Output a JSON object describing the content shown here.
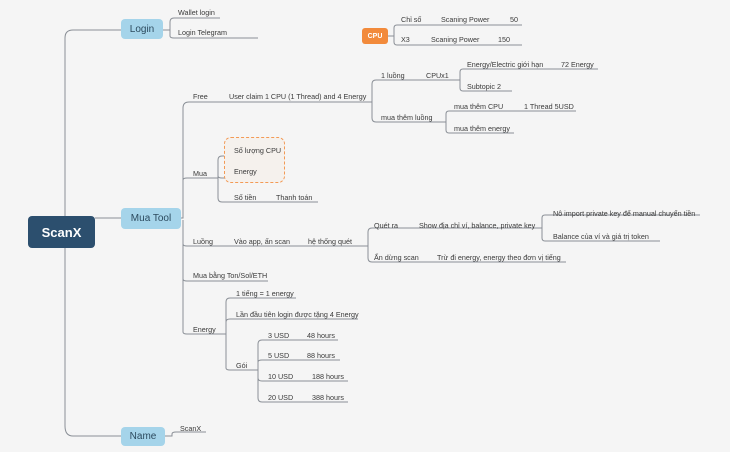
{
  "root": "ScanX",
  "login": {
    "label": "Login",
    "items": [
      "Wallet login",
      "Login Telegram"
    ]
  },
  "cpu_table": {
    "badge": "CPU",
    "row1": [
      "Chỉ số",
      "Scaning Power",
      "50"
    ],
    "row2": [
      "X3",
      "Scaning Power",
      "150"
    ]
  },
  "mua_tool": {
    "label": "Mua Tool",
    "free": {
      "label": "Free",
      "claim": "User claim 1 CPU (1 Thread) and 4 Energy",
      "mot_luong": "1 luồng",
      "cpux1": "CPUx1",
      "energy_limit": "Energy/Electric giới hạn",
      "energy_value": "72 Energy",
      "subtopic": "Subtopic 2",
      "mua_them_luong": "mua thêm luồng",
      "mua_them_cpu": "mua thêm CPU",
      "thread_price": "1 Thread 5USD",
      "mua_them_energy": "mua thêm energy"
    },
    "mua": {
      "label": "Mua",
      "so_luong_cpu": "Số lượng CPU",
      "energy": "Energy",
      "so_tien": "Số tiền",
      "thanh_toan": "Thanh toán"
    },
    "luong": {
      "label": "Luồng",
      "vao_app": "Vào app, ấn scan",
      "he_thong": "hệ thống quét",
      "quet_ra": "Quét ra",
      "show": "Show địa chỉ ví, balance, private key",
      "no_import": "Nô import private key để manual chuyển tiền",
      "balance": "Balance của ví và giá trị token",
      "an_dung": "Ấn dừng scan",
      "tru": "Trừ đi energy, energy theo đơn vị tiếng"
    },
    "mua_bang": "Mua bằng Ton/Sol/ETH",
    "energy": {
      "label": "Energy",
      "rate": "1 tiếng = 1 energy",
      "first": "Lần đầu tiên login được tặng 4 Energy",
      "goi": "Gói",
      "packages": [
        [
          "3 USD",
          "48 hours"
        ],
        [
          "5 USD",
          "88 hours"
        ],
        [
          "10 USD",
          "188 hours"
        ],
        [
          "20 USD",
          "388 hours"
        ]
      ]
    }
  },
  "name": {
    "label": "Name",
    "value": "ScanX"
  }
}
